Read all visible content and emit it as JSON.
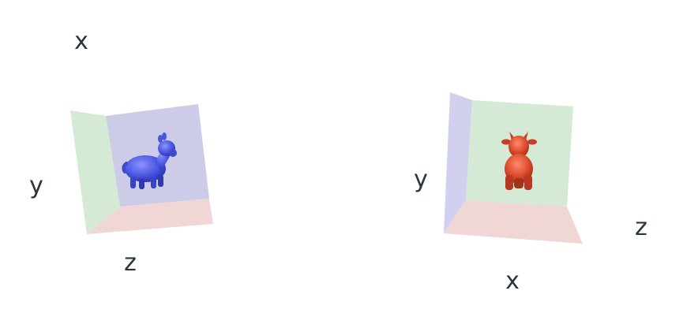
{
  "left_view": {
    "axis_labels": {
      "x": "x",
      "y": "y",
      "z": "z"
    },
    "object_color": "#4a55e0",
    "wall_colors": {
      "back": "#c9c9e8",
      "side": "#d2e9d2",
      "floor": "#f0d4d4"
    }
  },
  "right_view": {
    "axis_labels": {
      "x": "x",
      "y": "y",
      "z": "z"
    },
    "object_color": "#d9482b",
    "wall_colors": {
      "back": "#d2e9d2",
      "side": "#cfcfee",
      "floor": "#f0d4d4"
    }
  }
}
